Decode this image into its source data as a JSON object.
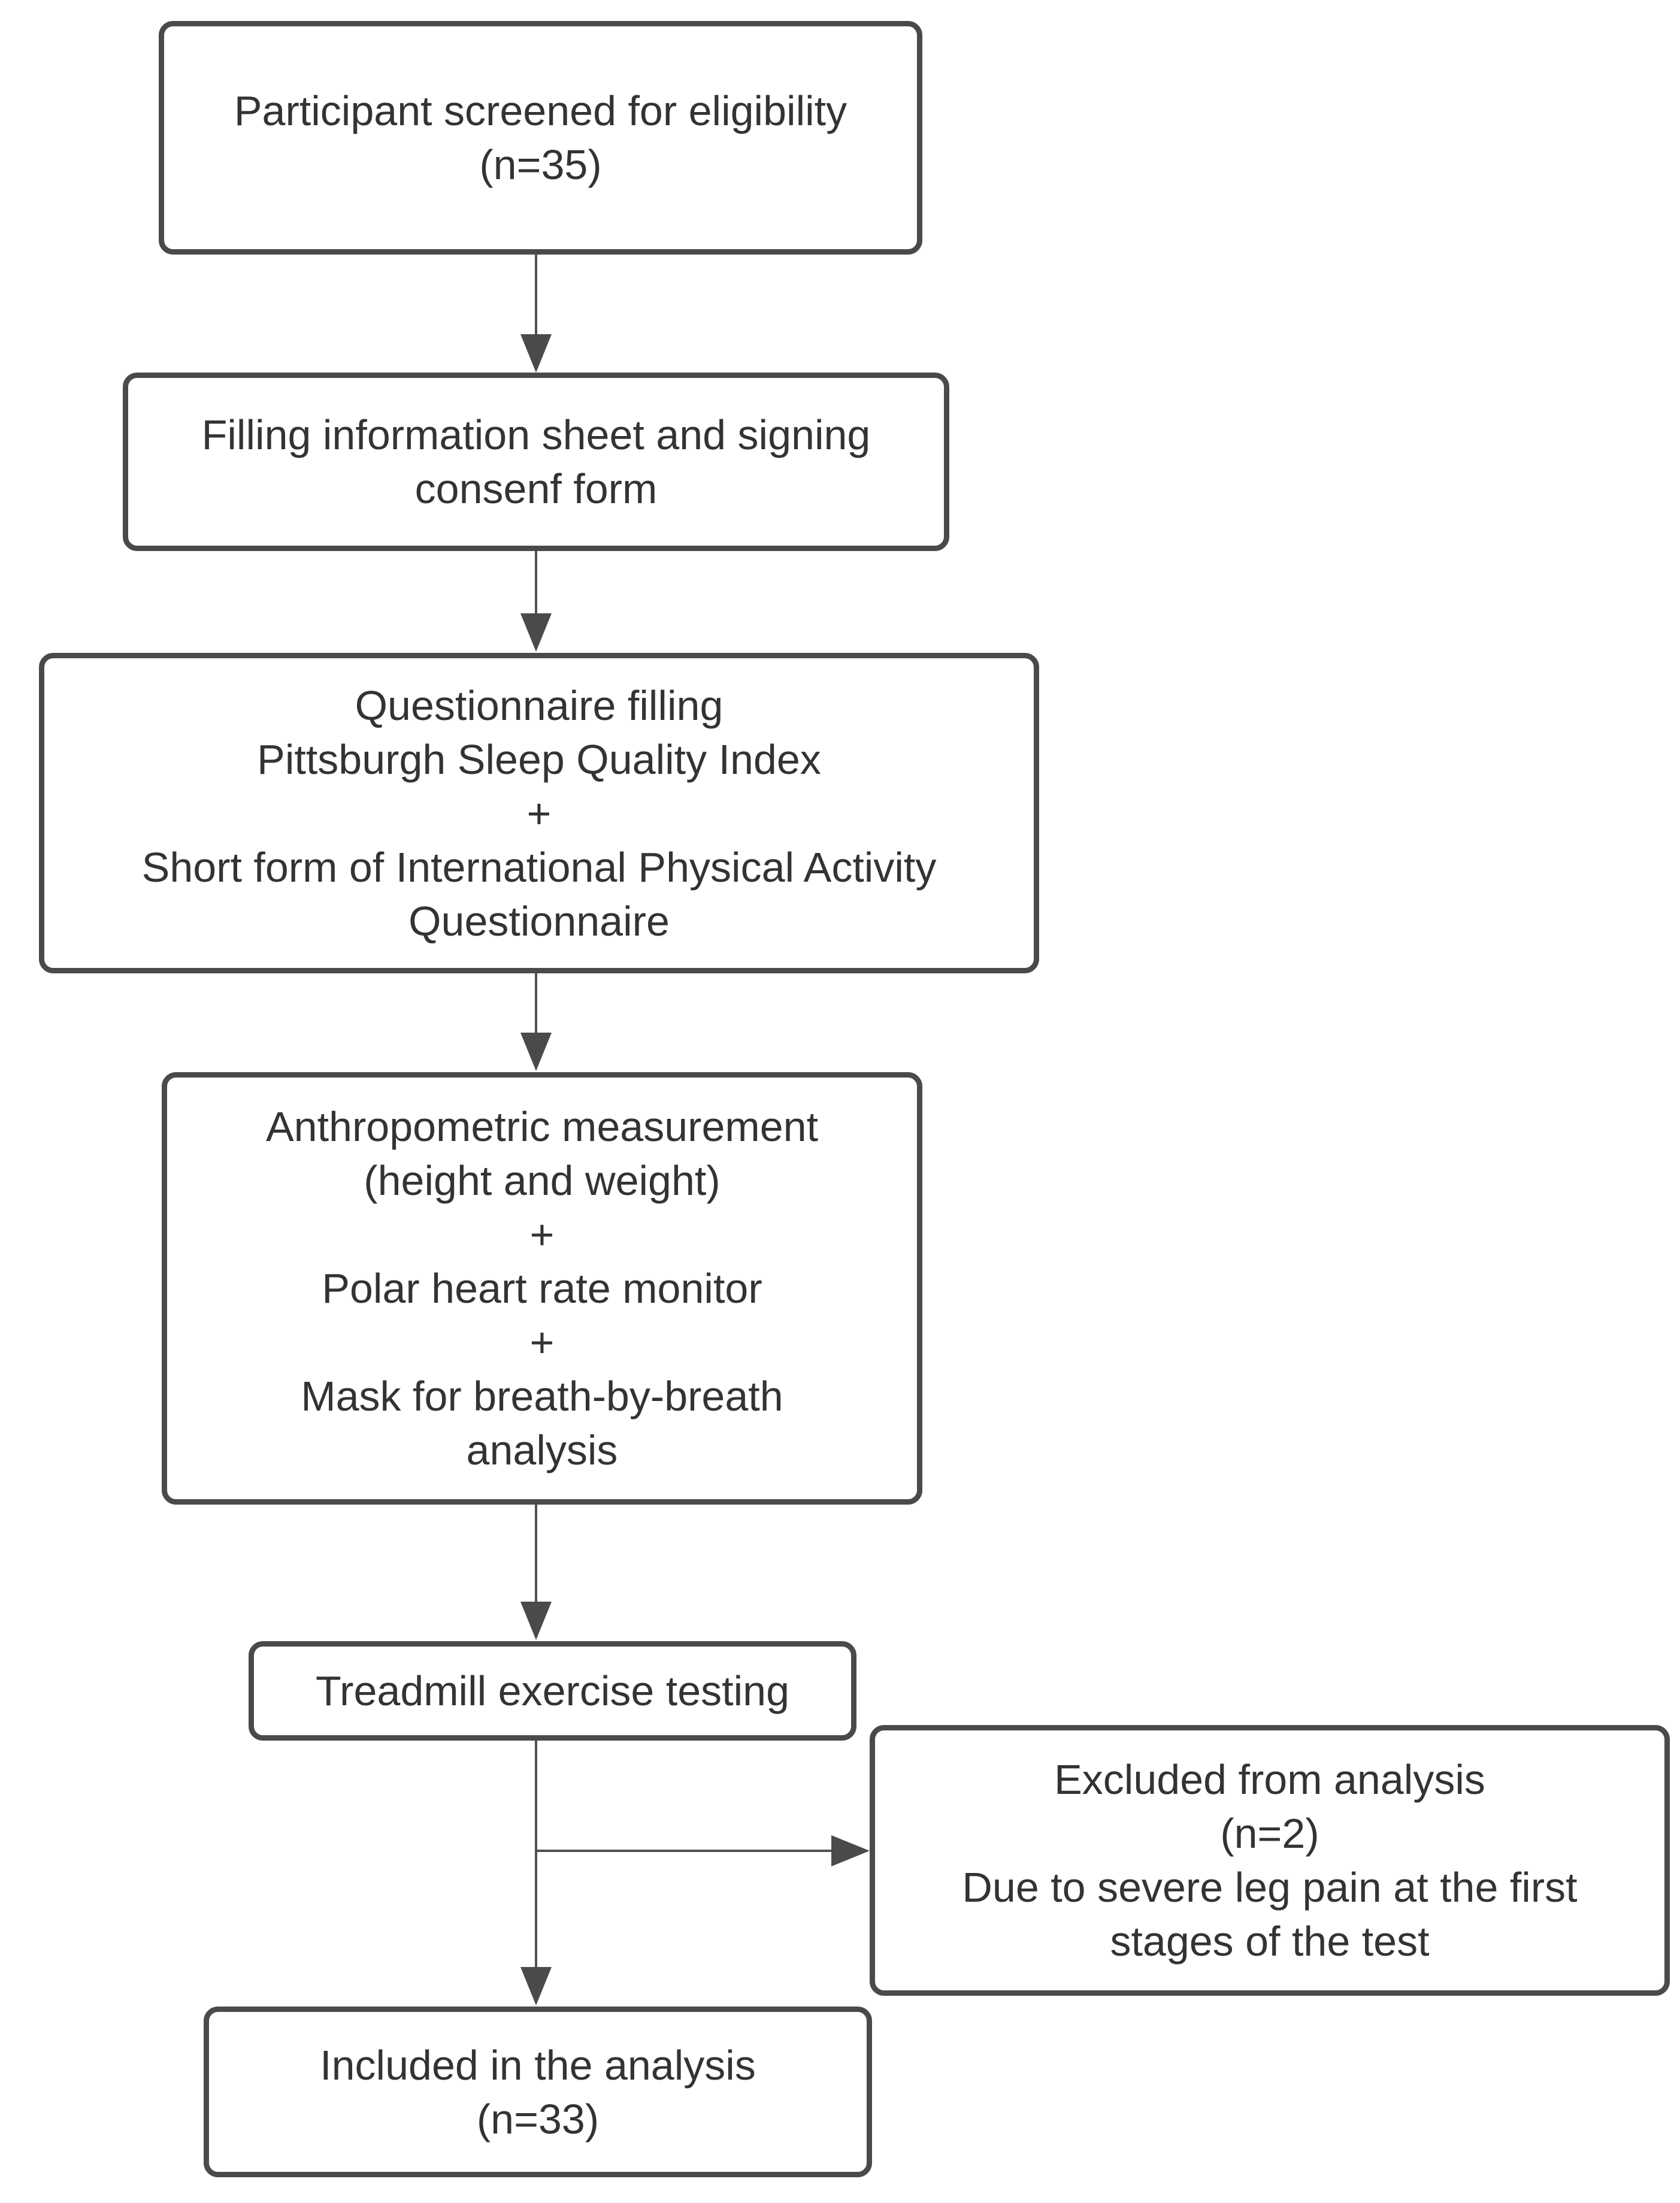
{
  "colors": {
    "box_border": "#4a4a4a",
    "arrow": "#515151",
    "text": "#333333",
    "background": "#ffffff"
  },
  "nodes": {
    "screening": {
      "text": "Participant screened for eligibility\n(n=35)"
    },
    "consent": {
      "text": "Filling information sheet and signing\nconsenf form"
    },
    "questionnaire": {
      "text": "Questionnaire filling\nPittsburgh Sleep Quality Index\n+\nShort form of International Physical Activity\nQuestionnaire"
    },
    "measurement": {
      "text": "Anthropometric measurement\n(height and weight)\n+\nPolar heart rate monitor\n+\nMask for breath-by-breath\nanalysis"
    },
    "treadmill": {
      "text": "Treadmill exercise testing"
    },
    "excluded": {
      "text": "Excluded from analysis\n(n=2)\nDue to severe leg pain at the first\nstages of the test"
    },
    "included": {
      "text": "Included in the analysis\n(n=33)"
    }
  }
}
